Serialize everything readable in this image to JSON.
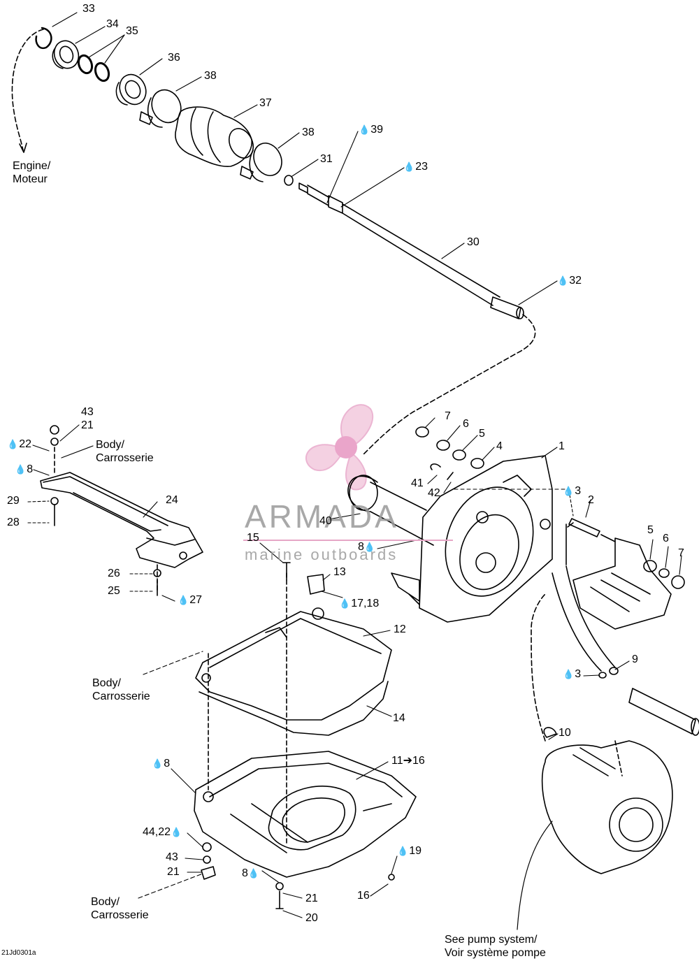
{
  "diagram_code": "21Jd0301a",
  "drop_symbol": "💧",
  "watermark": {
    "name": "ARMADA",
    "subtitle": "marine outboards",
    "colors": {
      "propeller": "#e7a3c7",
      "hub": "#e58fbd",
      "text": "#9a9a9a"
    }
  },
  "notes": {
    "engine": [
      "Engine/",
      "Moteur"
    ],
    "body_top": [
      "Body/",
      "Carrosserie"
    ],
    "body_middle": [
      "Body/",
      "Carrosserie"
    ],
    "body_bottom": [
      "Body/",
      "Carrosserie"
    ],
    "pump": [
      "See pump system/",
      "Voir système pompe"
    ]
  },
  "callouts": [
    {
      "id": "c33",
      "text": "33",
      "drop": false
    },
    {
      "id": "c34",
      "text": "34",
      "drop": false
    },
    {
      "id": "c35",
      "text": "35",
      "drop": false
    },
    {
      "id": "c36",
      "text": "36",
      "drop": false
    },
    {
      "id": "c38a",
      "text": "38",
      "drop": false
    },
    {
      "id": "c37",
      "text": "37",
      "drop": false
    },
    {
      "id": "c38b",
      "text": "38",
      "drop": false
    },
    {
      "id": "c39",
      "text": "39",
      "drop": true
    },
    {
      "id": "c31",
      "text": "31",
      "drop": false
    },
    {
      "id": "c23",
      "text": "23",
      "drop": true
    },
    {
      "id": "c30",
      "text": "30",
      "drop": false
    },
    {
      "id": "c32",
      "text": "32",
      "drop": true
    },
    {
      "id": "c43a",
      "text": "43",
      "drop": false
    },
    {
      "id": "c21a",
      "text": "21",
      "drop": false
    },
    {
      "id": "c22",
      "text": "22",
      "drop": true
    },
    {
      "id": "c8a",
      "text": "8",
      "drop": true
    },
    {
      "id": "c29",
      "text": "29",
      "drop": false
    },
    {
      "id": "c24",
      "text": "24",
      "drop": false
    },
    {
      "id": "c28",
      "text": "28",
      "drop": false
    },
    {
      "id": "c7a",
      "text": "7",
      "drop": false
    },
    {
      "id": "c6a",
      "text": "6",
      "drop": false
    },
    {
      "id": "c5a",
      "text": "5",
      "drop": false
    },
    {
      "id": "c4",
      "text": "4",
      "drop": false
    },
    {
      "id": "c1",
      "text": "1",
      "drop": false
    },
    {
      "id": "c41",
      "text": "41",
      "drop": false
    },
    {
      "id": "c42",
      "text": "42",
      "drop": false
    },
    {
      "id": "c3a",
      "text": "3",
      "drop": true
    },
    {
      "id": "c2",
      "text": "2",
      "drop": false
    },
    {
      "id": "c40",
      "text": "40",
      "drop": false
    },
    {
      "id": "c15",
      "text": "15",
      "drop": false
    },
    {
      "id": "c8b",
      "text": "8",
      "drop": "after"
    },
    {
      "id": "c5b",
      "text": "5",
      "drop": false
    },
    {
      "id": "c6b",
      "text": "6",
      "drop": false
    },
    {
      "id": "c7b",
      "text": "7",
      "drop": false
    },
    {
      "id": "c13",
      "text": "13",
      "drop": false
    },
    {
      "id": "c26",
      "text": "26",
      "drop": false
    },
    {
      "id": "c25",
      "text": "25",
      "drop": false
    },
    {
      "id": "c27",
      "text": "27",
      "drop": true
    },
    {
      "id": "c1718",
      "text": "17,18",
      "drop": true
    },
    {
      "id": "c12",
      "text": "12",
      "drop": false
    },
    {
      "id": "c9",
      "text": "9",
      "drop": false
    },
    {
      "id": "c3b",
      "text": "3",
      "drop": true
    },
    {
      "id": "c14",
      "text": "14",
      "drop": false
    },
    {
      "id": "c10",
      "text": "10",
      "drop": false
    },
    {
      "id": "c8c",
      "text": "8",
      "drop": true
    },
    {
      "id": "c1116",
      "text": "11➔16",
      "drop": false
    },
    {
      "id": "c4422",
      "text": "44,22",
      "drop": "after"
    },
    {
      "id": "c43b",
      "text": "43",
      "drop": false
    },
    {
      "id": "c19",
      "text": "19",
      "drop": true
    },
    {
      "id": "c21b",
      "text": "21",
      "drop": false
    },
    {
      "id": "c8d",
      "text": "8",
      "drop": "after"
    },
    {
      "id": "c16",
      "text": "16",
      "drop": false
    },
    {
      "id": "c21c",
      "text": "21",
      "drop": false
    },
    {
      "id": "c20",
      "text": "20",
      "drop": false
    }
  ]
}
